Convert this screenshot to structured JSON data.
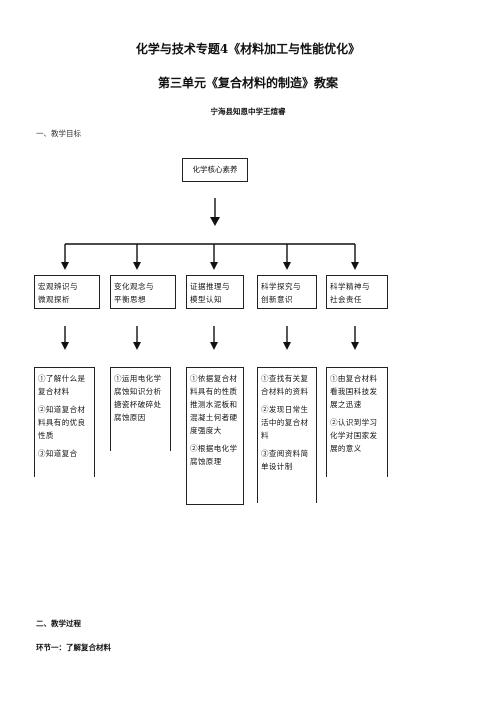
{
  "header": {
    "title_line1": "化学与技术专题4《材料加工与性能优化》",
    "title_line2": "第三单元《复合材料的制造》教案",
    "author": "宁海县知恩中学王煊睿"
  },
  "section1": {
    "heading": "一、教学目标"
  },
  "diagram": {
    "core": "化学核心素养",
    "categories": [
      {
        "line1": "宏观辨识与",
        "line2": "微观探析"
      },
      {
        "line1": "变化观念与",
        "line2": "平衡思想"
      },
      {
        "line1": "证据推理与",
        "line2": "模型认知"
      },
      {
        "line1": "科学探究与",
        "line2": "创新意识"
      },
      {
        "line1": "科学精神与",
        "line2": "社会责任"
      }
    ],
    "details": [
      [
        "①了解什么是复合材料",
        "②知道复合材料具有的优良性质",
        "③知道复合"
      ],
      [
        "①运用电化学腐蚀知识分析搪瓷杯破碎处腐蚀原因"
      ],
      [
        "①依据复合材料具有的性质推测水泥板和混凝土何者硬度强度大",
        "②根据电化学腐蚀原理"
      ],
      [
        "①查找有关复合材料的资料",
        "②发现日常生活中的复合材料",
        "③查阅资料简单设计制"
      ],
      [
        "①由复合材料看我国科技发展之迅速",
        "②认识到学习化学对国家发展的意义"
      ]
    ]
  },
  "section2": {
    "heading": "二、教学过程",
    "step1": "环节一：了解复合材料"
  }
}
